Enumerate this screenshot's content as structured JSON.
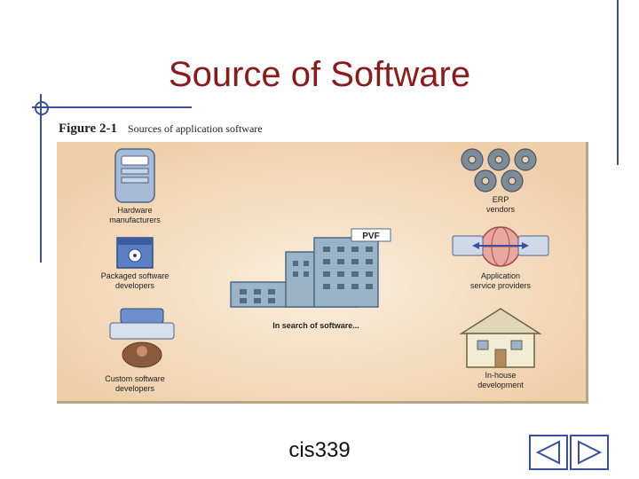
{
  "slide": {
    "title": "Source of Software",
    "footer": "cis339"
  },
  "figure": {
    "number": "Figure 2-1",
    "caption": "Sources of application software",
    "center_sign": "PVF",
    "center_label": "In search of software...",
    "sources": {
      "hardware_line1": "Hardware",
      "hardware_line2": "manufacturers",
      "packaged_line1": "Packaged software",
      "packaged_line2": "developers",
      "custom_line1": "Custom software",
      "custom_line2": "developers",
      "erp_line1": "ERP",
      "erp_line2": "vendors",
      "asp_line1": "Application",
      "asp_line2": "service providers",
      "inhouse_line1": "In-house",
      "inhouse_line2": "development"
    }
  },
  "nav": {
    "prev_icon": "triangle-left-icon",
    "next_icon": "triangle-right-icon"
  },
  "colors": {
    "title": "#8b1a1a",
    "accent": "#3b4fa0",
    "panel": "#efcfaa"
  }
}
